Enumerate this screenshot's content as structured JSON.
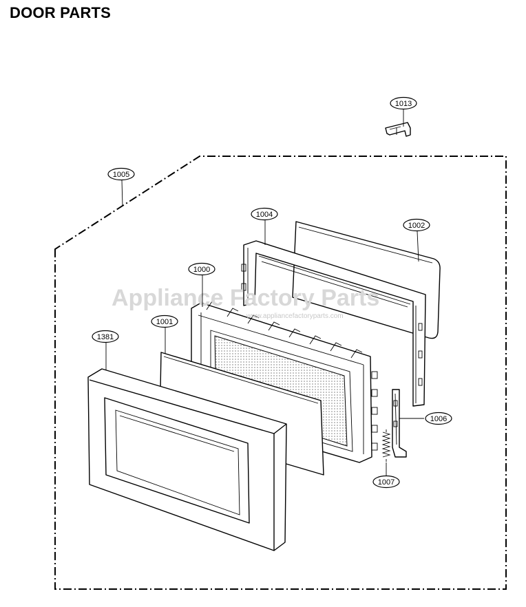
{
  "page": {
    "title": "DOOR PARTS"
  },
  "watermark": {
    "main": "Appliance Factory Parts",
    "url": "www.appliancefactoryparts.com"
  },
  "callouts": [
    {
      "id": "1013",
      "label": "1013"
    },
    {
      "id": "1005",
      "label": "1005"
    },
    {
      "id": "1004",
      "label": "1004"
    },
    {
      "id": "1002",
      "label": "1002"
    },
    {
      "id": "1000",
      "label": "1000"
    },
    {
      "id": "1001",
      "label": "1001"
    },
    {
      "id": "1381",
      "label": "1381"
    },
    {
      "id": "1006",
      "label": "1006"
    },
    {
      "id": "1007",
      "label": "1007"
    }
  ],
  "colors": {
    "line": "#000000",
    "background": "#ffffff",
    "watermark": "#d8d8d8",
    "mesh": "#cfcfcf"
  }
}
